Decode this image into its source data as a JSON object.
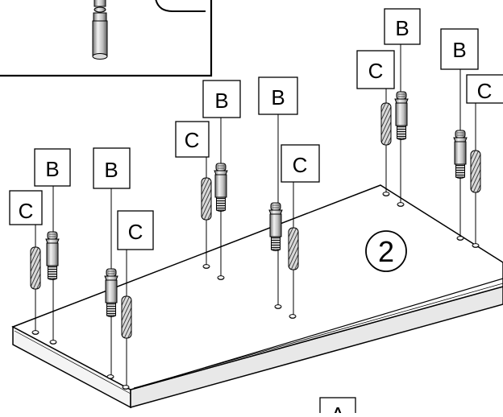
{
  "step_number": "2",
  "part_labels": {
    "A": "A",
    "B": "B",
    "C": "C"
  },
  "callouts": [
    {
      "id": "c1",
      "part": "C"
    },
    {
      "id": "b1",
      "part": "B"
    },
    {
      "id": "b2",
      "part": "B"
    },
    {
      "id": "c2",
      "part": "C"
    },
    {
      "id": "c3",
      "part": "C"
    },
    {
      "id": "b3",
      "part": "B"
    },
    {
      "id": "b4",
      "part": "B"
    },
    {
      "id": "c4",
      "part": "C"
    },
    {
      "id": "c5",
      "part": "C"
    },
    {
      "id": "b5",
      "part": "B"
    },
    {
      "id": "b6",
      "part": "B"
    },
    {
      "id": "c6",
      "part": "C"
    },
    {
      "id": "a1",
      "part": "A"
    }
  ],
  "colors": {
    "line": "#000000",
    "panel_fill": "#ffffff",
    "box_fill": "#ffffff"
  }
}
